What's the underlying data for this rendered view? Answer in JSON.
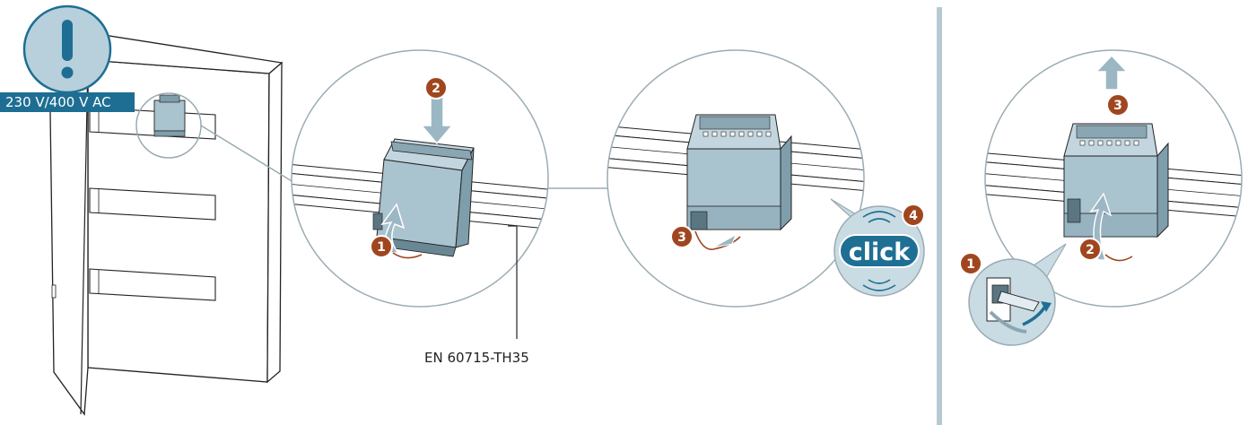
{
  "warning": {
    "voltage_label": "230 V/400 V AC",
    "icon": "exclamation-icon"
  },
  "rail": {
    "label": "EN 60715-TH35"
  },
  "steps": {
    "mount": [
      "1",
      "2",
      "3",
      "4"
    ],
    "remove": [
      "1",
      "2",
      "3"
    ]
  },
  "click_label": "click",
  "colors": {
    "device": "#a9c3cf",
    "device_dark": "#7f9eac",
    "step_badge": "#a0461f",
    "arrow": "#9cb7c4",
    "divider": "#b7cad4",
    "warning_fill": "#b7d0dc",
    "label_bg": "#1e6e93",
    "click_bg": "#1f6f95"
  }
}
